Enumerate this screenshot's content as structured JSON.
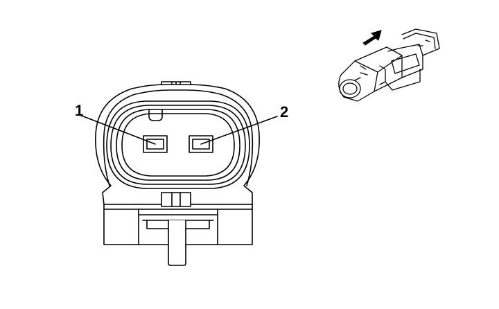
{
  "diagram": {
    "pin_labels": [
      {
        "id": "pin-1",
        "text": "1"
      },
      {
        "id": "pin-2",
        "text": "2"
      }
    ],
    "inset_arrow": "arrow-icon",
    "colors": {
      "stroke": "#000000",
      "background": "#ffffff"
    }
  }
}
